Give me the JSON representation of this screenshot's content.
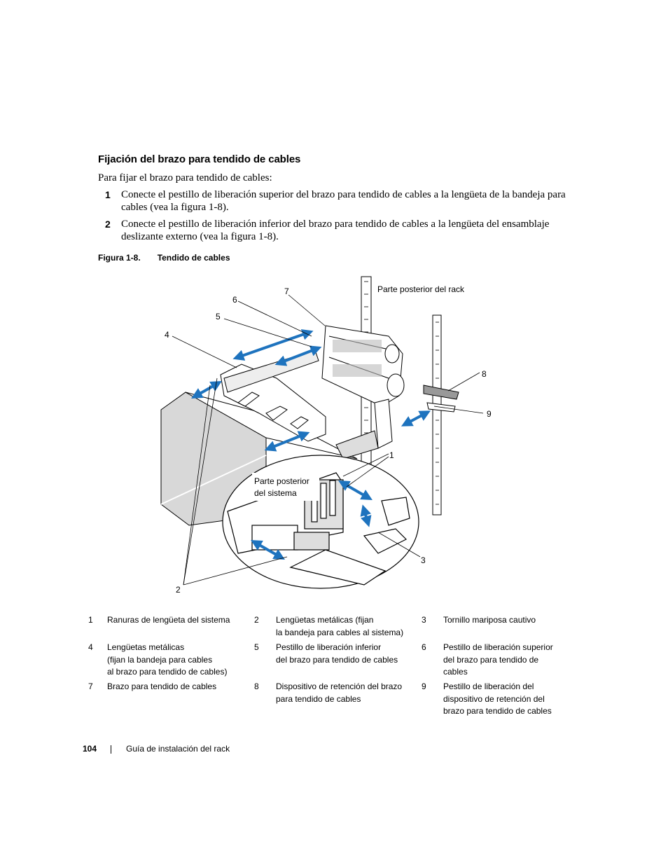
{
  "section": {
    "title": "Fijación del brazo para tendido de cables",
    "intro": "Para fijar el brazo para tendido de cables:",
    "steps": [
      {
        "num": "1",
        "text": "Conecte el pestillo de liberación superior del brazo para tendido de cables a la lengüeta de la bandeja para cables (vea la figura 1-8)."
      },
      {
        "num": "2",
        "text": "Conecte el pestillo de liberación inferior del brazo para tendido de cables a la lengüeta del ensamblaje deslizante externo (vea la figura 1-8)."
      }
    ]
  },
  "figure": {
    "caption_num": "Figura 1-8.",
    "caption_title": "Tendido de cables",
    "labels": {
      "rack_rear": "Parte posterior del rack",
      "system_rear_1": "Parte posterior",
      "system_rear_2": "del sistema"
    },
    "callouts": [
      "1",
      "2",
      "3",
      "4",
      "5",
      "6",
      "7",
      "8",
      "9"
    ],
    "colors": {
      "arrow": "#1e73be",
      "line": "#000000",
      "fill": "#d8d8d8"
    }
  },
  "legend": [
    {
      "num": "1",
      "lines": [
        "Ranuras de lengüeta del sistema"
      ]
    },
    {
      "num": "2",
      "lines": [
        "Lengüetas metálicas (fijan",
        "la bandeja para cables al sistema)"
      ]
    },
    {
      "num": "3",
      "lines": [
        "Tornillo mariposa cautivo"
      ]
    },
    {
      "num": "4",
      "lines": [
        "Lengüetas metálicas",
        "(fijan la bandeja para cables",
        "al brazo para tendido de cables)"
      ]
    },
    {
      "num": "5",
      "lines": [
        "Pestillo de liberación inferior",
        "del brazo para tendido de cables"
      ]
    },
    {
      "num": "6",
      "lines": [
        "Pestillo de liberación superior",
        "del brazo para tendido de",
        "cables"
      ]
    },
    {
      "num": "7",
      "lines": [
        "Brazo para tendido de cables"
      ]
    },
    {
      "num": "8",
      "lines": [
        "Dispositivo de retención del brazo",
        "para tendido de cables"
      ]
    },
    {
      "num": "9",
      "lines": [
        "Pestillo de liberación del",
        "dispositivo de retención del",
        "brazo para tendido de cables"
      ]
    }
  ],
  "footer": {
    "page_number": "104",
    "doc_title": "Guía de instalación del rack"
  }
}
